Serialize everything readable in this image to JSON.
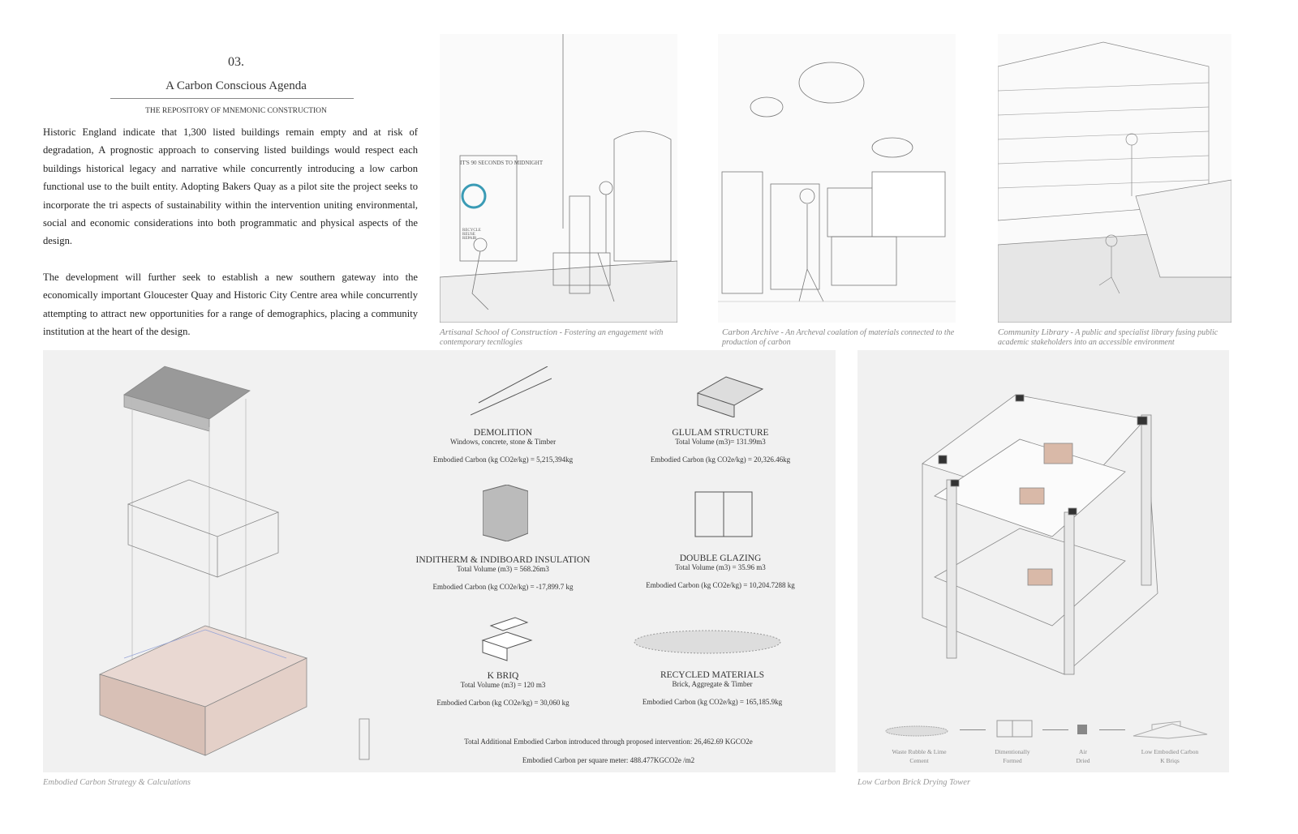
{
  "header": {
    "number": "03.",
    "title": "A Carbon Conscious Agenda",
    "subtitle": "THE REPOSITORY OF MNEMONIC CONSTRUCTION"
  },
  "paragraphs": [
    "Historic England indicate that 1,300 listed buildings remain empty and at risk of degradation, A prognostic approach to conserving listed buildings would respect each buildings historical legacy and narrative while concurrently introducing a low carbon functional use to the built entity. Adopting Bakers Quay as a pilot site the project seeks to incorporate the tri aspects of sustainability within the intervention uniting environmental, social and economic considerations into both programmatic and physical aspects of the design.",
    "The development will further seek to establish a new southern gateway into the economically important Gloucester Quay and Historic City Centre area while concurrently attempting to attract new opportunities for a range of demographics, placing a community institution at the heart of the design."
  ],
  "vignettes": [
    {
      "title": "Artisanal School of Construction",
      "desc": " - Fostering an engagement with contemporary tecnllogies",
      "sign1": "IT'S 90 SECONDS TO MIDNIGHT",
      "sign2": "RECYCLE REUSE REPAIR"
    },
    {
      "title": "Carbon Archive",
      "desc": " - An Archeval coalation of materials connected to the production of carbon"
    },
    {
      "title": "Community Library",
      "desc": " - A public and specialist library fusing public academic stakeholders into an accessible environment"
    }
  ],
  "materials": [
    {
      "name": "DEMOLITION",
      "detail": "Windows, concrete, stone & Timber",
      "carbon": "Embodied Carbon (kg CO2e/kg) = 5,215,394kg"
    },
    {
      "name": "GLULAM STRUCTURE",
      "detail": "Total Volume (m3)= 131.99m3",
      "carbon": "Embodied Carbon (kg CO2e/kg) = 20,326.46kg"
    },
    {
      "name": "INDITHERM & INDIBOARD INSULATION",
      "detail": "Total Volume (m3) = 568.26m3",
      "carbon": "Embodied Carbon (kg CO2e/kg) = -17,899.7 kg"
    },
    {
      "name": "DOUBLE GLAZING",
      "detail": "Total Volume (m3) = 35.96 m3",
      "carbon": "Embodied Carbon (kg CO2e/kg) = 10,204.7288 kg"
    },
    {
      "name": "K BRIQ",
      "detail": "Total Volume (m3)  = 120 m3",
      "carbon": "Embodied Carbon (kg CO2e/kg) = 30,060 kg"
    },
    {
      "name": "RECYCLED MATERIALS",
      "detail": "Brick, Aggregate & Timber",
      "carbon": "Embodied Carbon (kg CO2e/kg) = 165,185.9kg"
    }
  ],
  "totals": {
    "total": "Total Additional Embodied Carbon introduced through proposed intervention: 26,462.69 KGCO2e",
    "per_m2": "Embodied Carbon per square meter: 488.477KGCO2e /m2"
  },
  "process_steps": [
    {
      "l1": "Waste Rubble & Lime",
      "l2": "Cement"
    },
    {
      "l1": "Dimentionally",
      "l2": "Formed"
    },
    {
      "l1": "Air",
      "l2": "Dried"
    },
    {
      "l1": "Low Embodied Carbon",
      "l2": "K Briqs"
    }
  ],
  "panel_captions": {
    "left": "Embodied Carbon Strategy & Calculations",
    "right": "Low Carbon Brick Drying Tower"
  }
}
